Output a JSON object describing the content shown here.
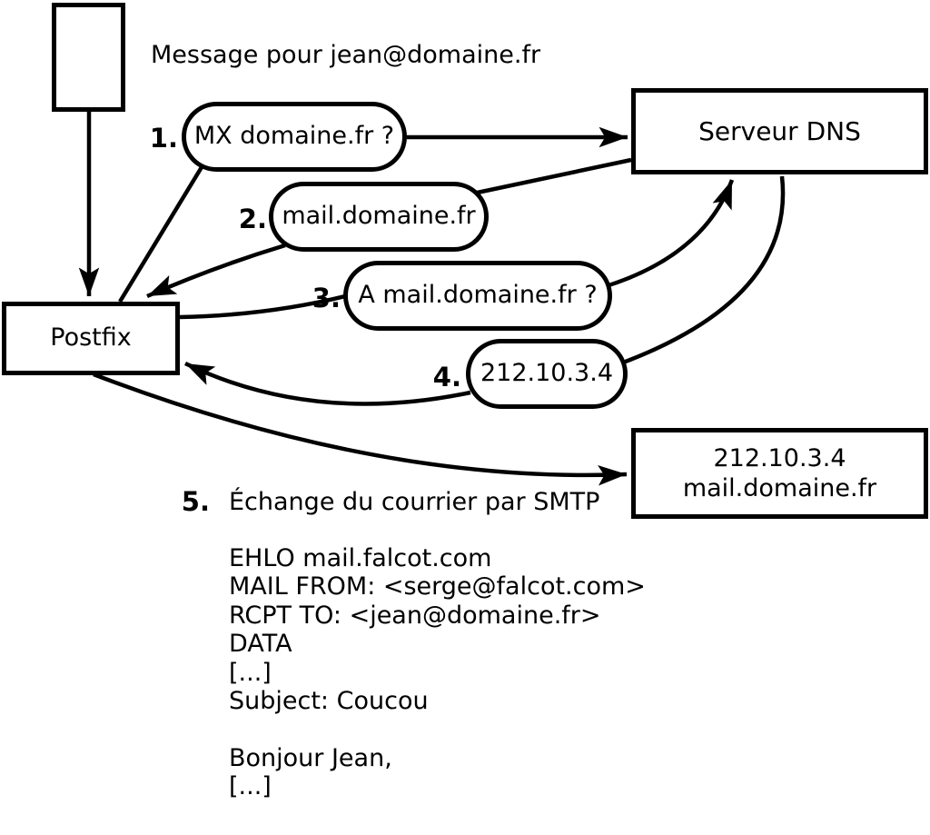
{
  "diagram_title": "Message pour jean@domaine.fr",
  "colors": {
    "ink": "#000000",
    "background": "#ffffff"
  },
  "nodes": {
    "postfix": {
      "label": "Postfix"
    },
    "dns_server": {
      "label": "Serveur DNS"
    },
    "mail_server": {
      "line1": "212.10.3.4",
      "line2": "mail.domaine.fr"
    }
  },
  "steps": [
    {
      "num": "1.",
      "label": "MX domaine.fr ?"
    },
    {
      "num": "2.",
      "label": "mail.domaine.fr"
    },
    {
      "num": "3.",
      "label": "A mail.domaine.fr ?"
    },
    {
      "num": "4.",
      "label": "212.10.3.4"
    },
    {
      "num": "5.",
      "label": "Échange du courrier par SMTP"
    }
  ],
  "smtp_session": "EHLO mail.falcot.com\nMAIL FROM: <serge@falcot.com>\nRCPT TO: <jean@domaine.fr>\nDATA\n[...]\nSubject: Coucou\n\nBonjour Jean,\n[...]\n\n."
}
